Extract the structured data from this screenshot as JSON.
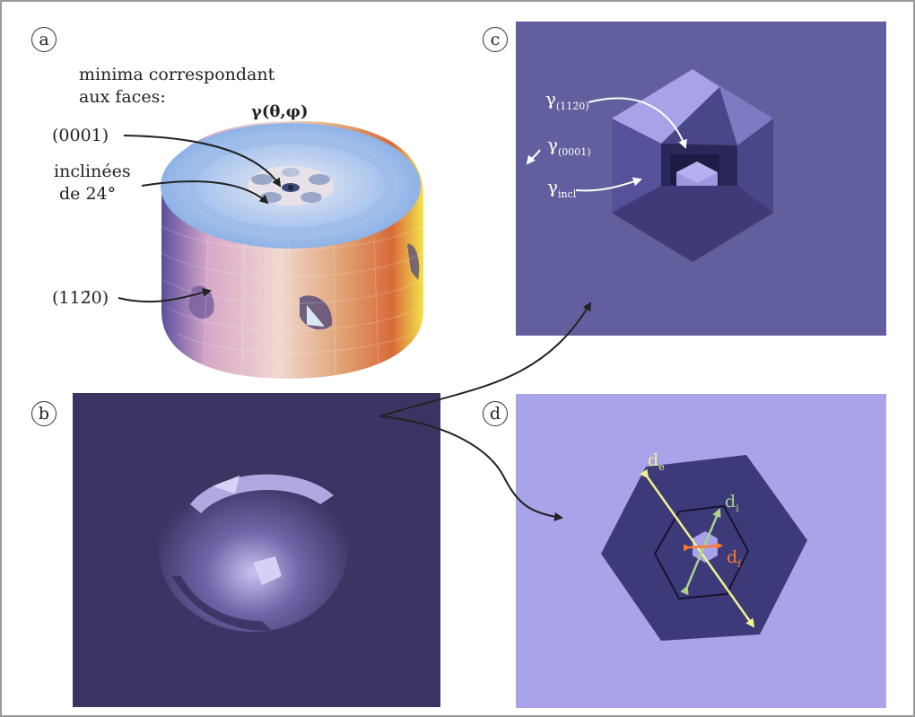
{
  "panels": {
    "a": {
      "label": "a",
      "caption_line1": "minima correspondant",
      "caption_line2": "aux faces:",
      "surface_title": "γ(θ,φ)",
      "face_0001": "(0001)",
      "inclined_line1": "inclinées",
      "inclined_line2": "de 24°",
      "face_11-20": "(112̄0)"
    },
    "b": {
      "label": "b"
    },
    "c": {
      "label": "c",
      "gamma": "γ",
      "sub_11-20": "(112̄0)",
      "sub_0001": "(0001)",
      "sub_incl": "incl"
    },
    "d": {
      "label": "d",
      "d": "d",
      "sub_e": "e",
      "sub_i": "i",
      "sub_f": "f"
    }
  },
  "colors": {
    "panel_b_bg": "#3a3563",
    "panel_c_bg": "#625f9e",
    "panel_d_bg": "#a9a3ea",
    "d_e_arrow": "#f2f28c",
    "d_i_arrow": "#a8d48a",
    "d_f_arrow": "#ff7a2a"
  }
}
